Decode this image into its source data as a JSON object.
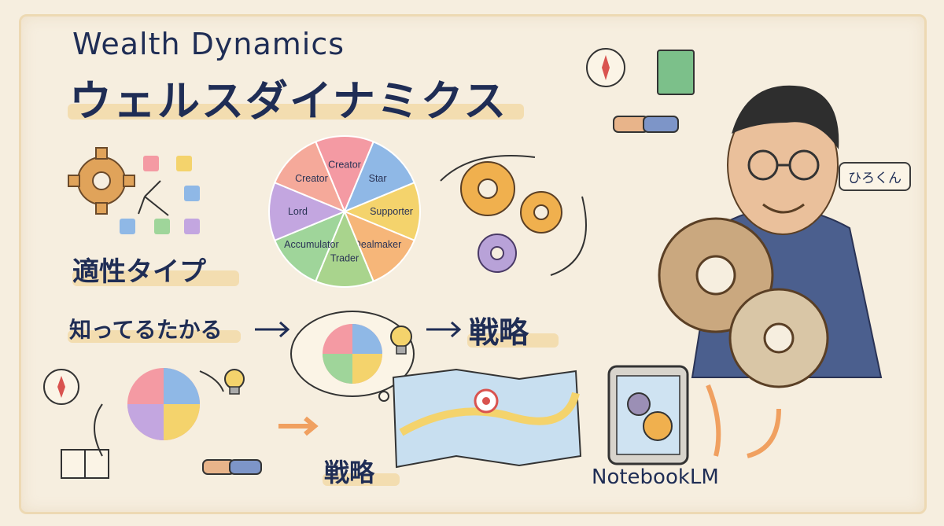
{
  "header": {
    "title_en": "Wealth Dynamics",
    "title_jp": "ウェルスダイナミクス"
  },
  "labels": {
    "aptitude": "適性タイプ",
    "know_use": "知ってるたかる",
    "strategy_top": "戦略",
    "strategy_bottom": "戦略",
    "name_tag": "ひろくん",
    "notebook": "NotebookLM"
  },
  "wheel": {
    "segments": [
      {
        "label": "Creator",
        "color": "#f49aa3"
      },
      {
        "label": "Star",
        "color": "#8fb8e6"
      },
      {
        "label": "Supporter",
        "color": "#f4d36c"
      },
      {
        "label": "Dealmaker",
        "color": "#f6b679"
      },
      {
        "label": "Trader",
        "color": "#a9d48d"
      },
      {
        "label": "Accumulator",
        "color": "#9fd59a"
      },
      {
        "label": "Lord",
        "color": "#c3a6e0"
      },
      {
        "label": "Creator",
        "color": "#f5a99a"
      }
    ]
  },
  "icons": [
    "gear-icon",
    "compass-icon",
    "book-icon",
    "handshake-icon",
    "lightbulb-icon",
    "map-icon",
    "tablet-icon",
    "arrow-icon"
  ]
}
